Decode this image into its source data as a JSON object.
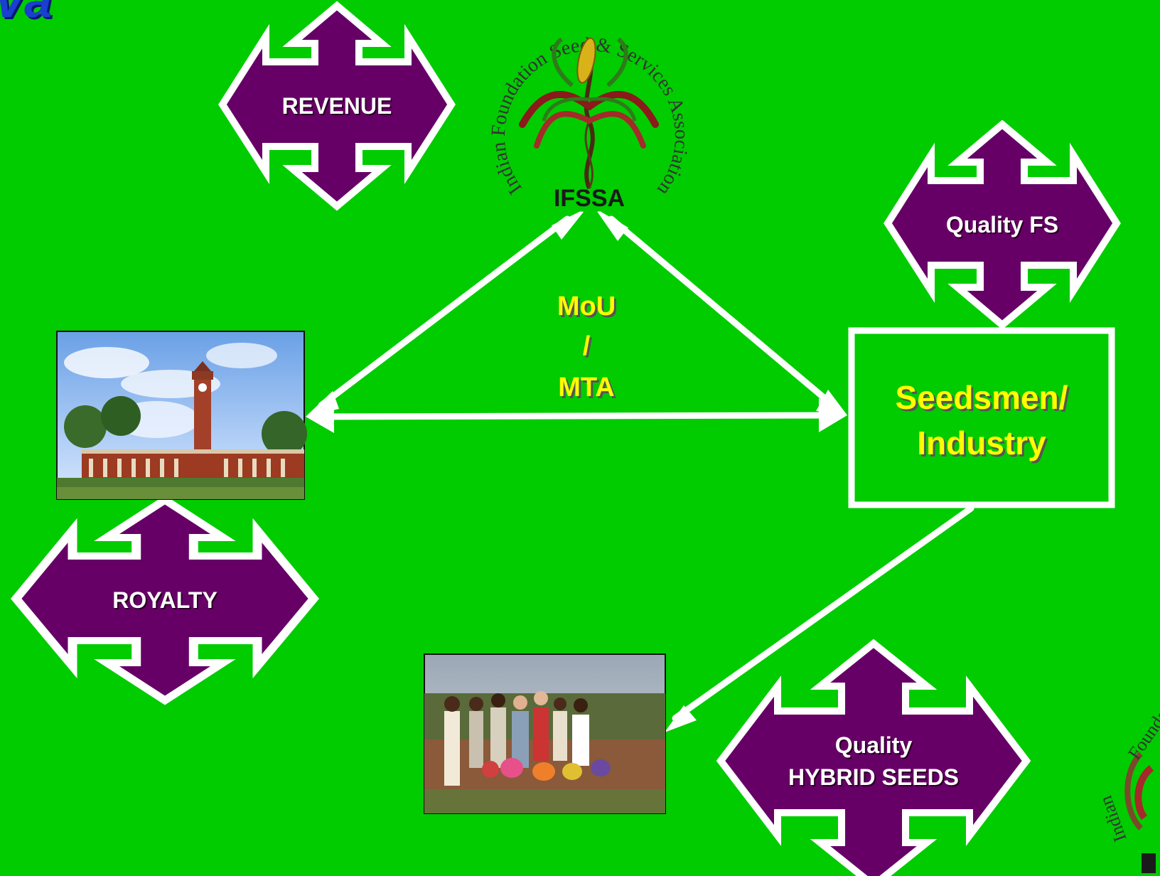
{
  "colors": {
    "background": "#00cc00",
    "cross_fill": "#660066",
    "outline": "#ffffff",
    "highlight_text": "#ffff00"
  },
  "crosses": {
    "revenue": "REVENUE",
    "royalty": "ROYALTY",
    "quality_fs": "Quality FS",
    "quality_hybrid_line1": "Quality",
    "quality_hybrid_line2": "HYBRID SEEDS"
  },
  "center_label": {
    "line1": "MoU",
    "line2": "/",
    "line3": "MTA"
  },
  "seedsmen_box": {
    "line1": "Seedsmen/",
    "line2": "Industry"
  },
  "logo": {
    "ring_text": "Indian Foundation Seed & Services Association",
    "acronym": "IFSSA"
  },
  "images": {
    "university_photo": "university-building-photo",
    "farmers_photo": "farmers-group-photo"
  },
  "icons": [
    "plant-logo-icon",
    "double-arrow-icon"
  ]
}
